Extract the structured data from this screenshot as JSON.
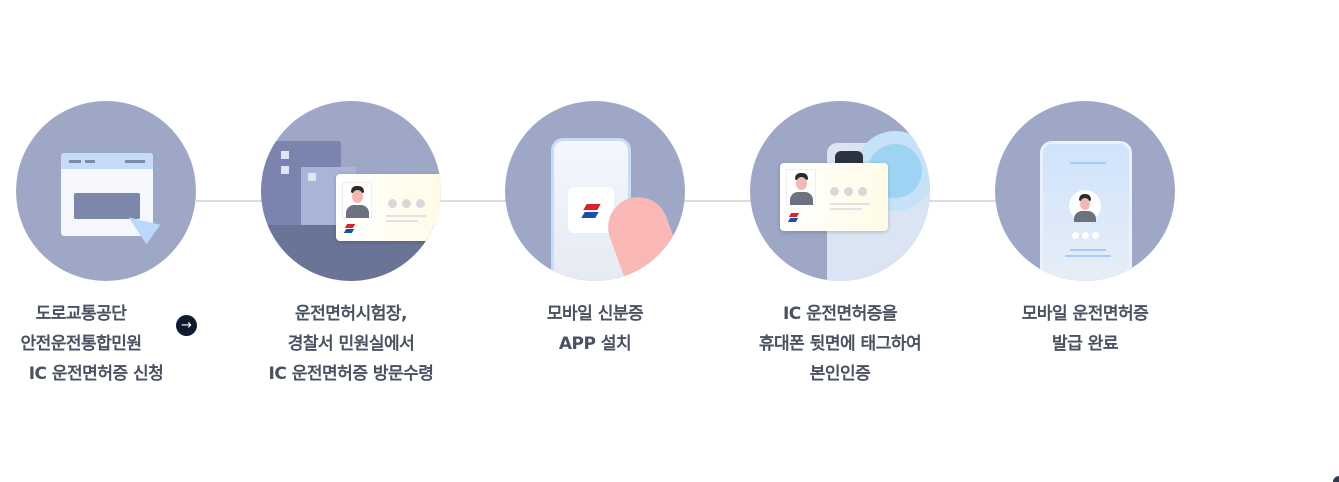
{
  "steps": [
    {
      "id": "apply",
      "lines": [
        "도로교통공단",
        "안전운전통합민원",
        "IC 운전면허증 신청"
      ],
      "link_icon": "arrow-right-icon",
      "illustration": "browser-window-with-cursor"
    },
    {
      "id": "pickup",
      "lines": [
        "운전면허시험장,",
        "경찰서 민원실에서",
        "IC 운전면허증 방문수령"
      ],
      "illustration": "building-with-id-card"
    },
    {
      "id": "install",
      "lines": [
        "모바일 신분증",
        "APP 설치"
      ],
      "illustration": "hand-holding-phone-with-app"
    },
    {
      "id": "verify",
      "lines": [
        "IC 운전면허증을",
        "휴대폰 뒷면에 태그하여",
        "본인인증"
      ],
      "illustration": "id-card-tap-phone-nfc"
    },
    {
      "id": "complete",
      "lines": [
        "모바일 운전면허증",
        "발급 완료"
      ],
      "illustration": "phone-with-profile"
    }
  ],
  "colors": {
    "circle_bg": "#9ea8c6",
    "connector": "#dcdcdc",
    "text": "#4a5160",
    "arrow_button": "#0f1a2e"
  }
}
